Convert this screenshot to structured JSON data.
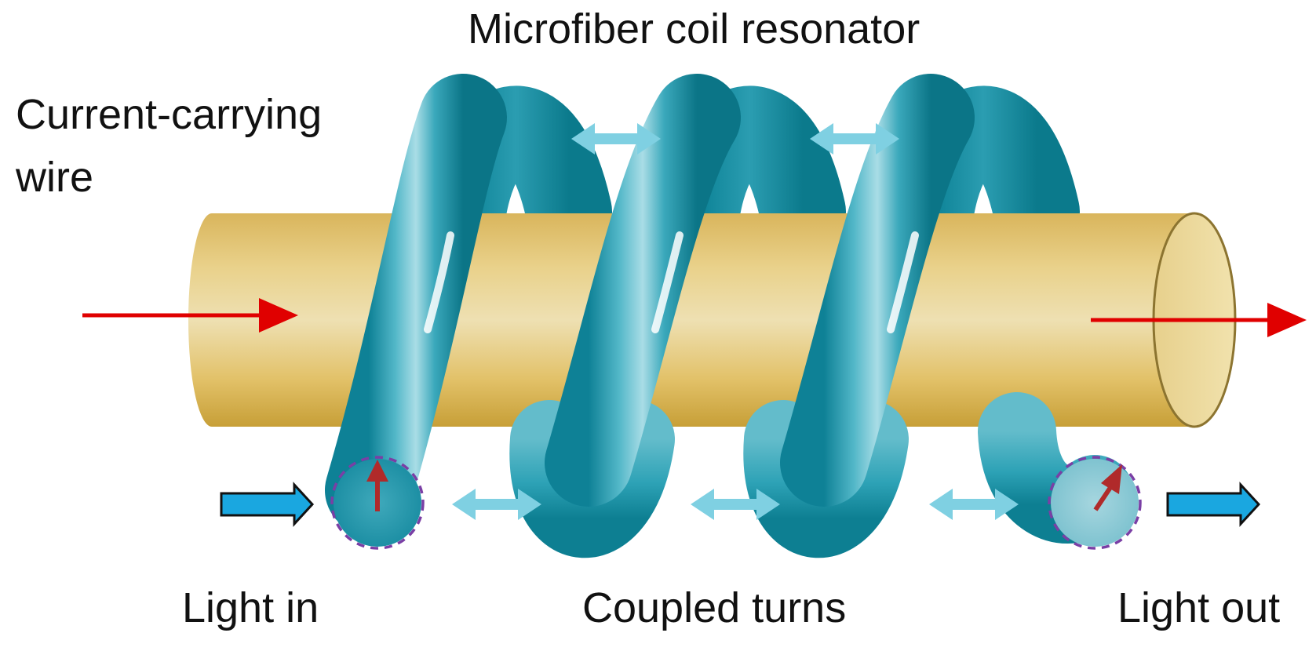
{
  "labels": {
    "title": "Microfiber coil resonator",
    "wire_line1": "Current-carrying",
    "wire_line2": "wire",
    "light_in": "Light in",
    "coupled_turns": "Coupled turns",
    "light_out": "Light out"
  },
  "colors": {
    "wire_gold": "#e3c46a",
    "wire_dark": "#c9a23a",
    "wire_light": "#eddca4",
    "coil_teal": "#1f97ad",
    "coil_dark": "#0d7f92",
    "coil_light": "#8ccdda",
    "current_arrow": "#e00000",
    "light_arrow": "#1aa7e0",
    "coupling_arrow": "#7fd0e2",
    "field_arrow": "#b02a2a",
    "dashed_circle": "#7a3fa5"
  },
  "icons": {
    "current_in": "current-arrow-icon",
    "current_out": "current-arrow-icon",
    "light_in": "light-arrow-icon",
    "light_out": "light-arrow-icon",
    "coupling": "double-arrow-icon",
    "field": "field-vector-icon"
  }
}
